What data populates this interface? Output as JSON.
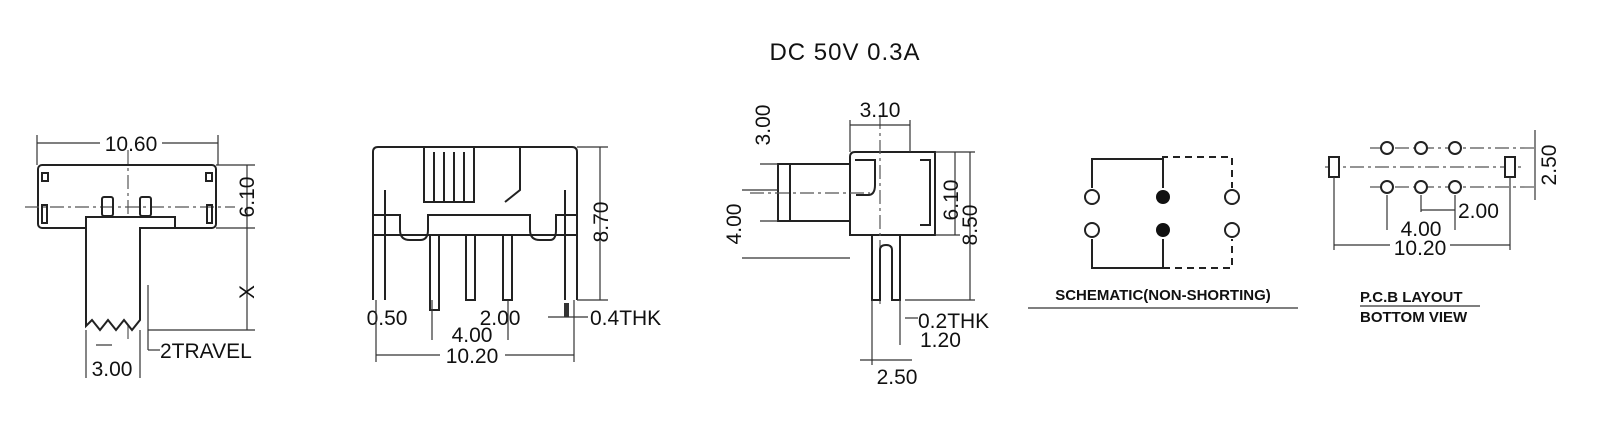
{
  "title": "DC  50V  0.3A",
  "front_view": {
    "width": "10.60",
    "height": "6.10",
    "travel_x": "X",
    "travel": "2TRAVEL",
    "actuator_width": "3.00"
  },
  "side_view": {
    "pin_width": "0.50",
    "pin_pitch": "2.00",
    "thickness": "0.4THK",
    "pin_span": "4.00",
    "width": "10.20",
    "height": "8.70"
  },
  "end_view": {
    "actuator_height": "3.00",
    "depth": "3.10",
    "actuator_offset": "4.00",
    "body_height": "6.10",
    "total_height": "8.50",
    "thickness": "0.2THK",
    "pin_gap": "1.20",
    "pin_span": "2.50"
  },
  "schematic": {
    "label": "SCHEMATIC(NON-SHORTING)"
  },
  "pcb": {
    "label_line1": "P.C.B LAYOUT",
    "label_line2": "BOTTOM VIEW",
    "row_pitch": "2.50",
    "pin_pitch": "2.00",
    "pin_span": "4.00",
    "width": "10.20"
  }
}
